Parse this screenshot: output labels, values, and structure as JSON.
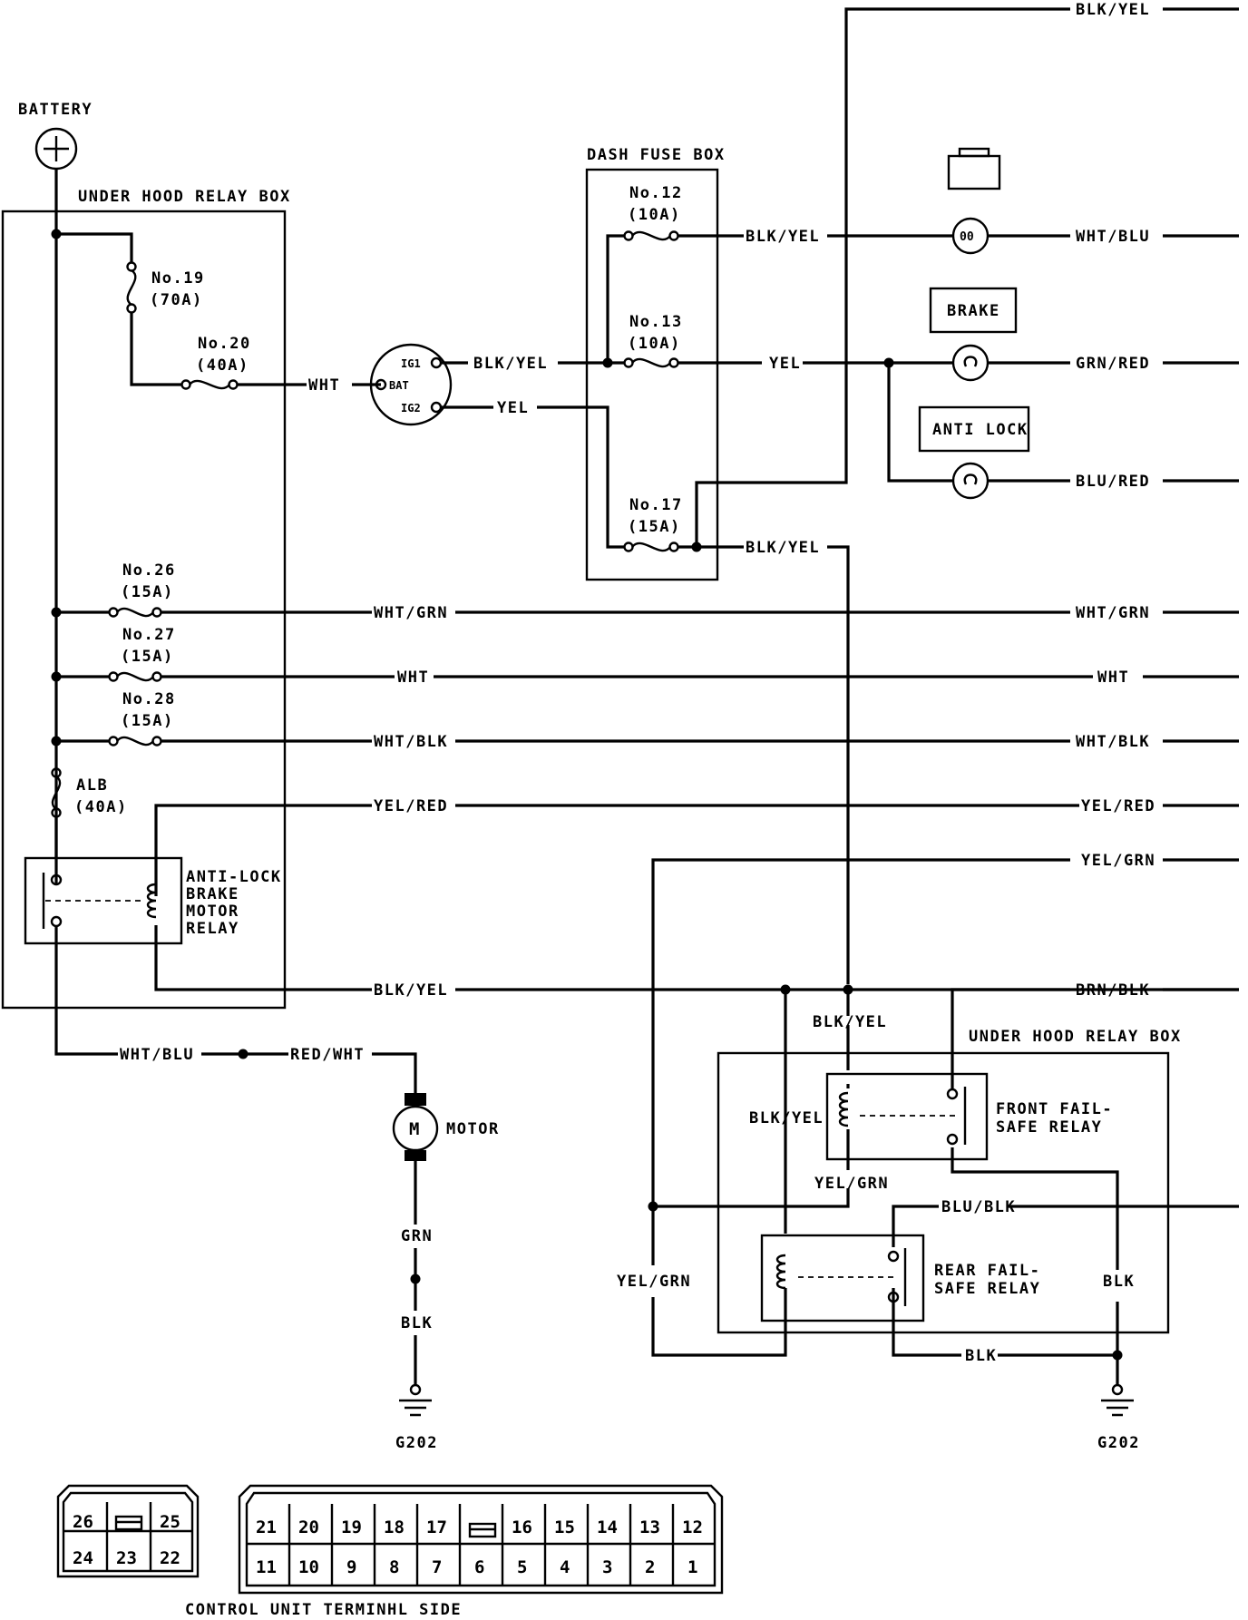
{
  "battery": {
    "label": "BATTERY"
  },
  "boxes": {
    "underhood_left": "UNDER HOOD RELAY BOX",
    "dash_fuse": "DASH FUSE BOX",
    "underhood_right": "UNDER HOOD RELAY BOX"
  },
  "fuses": {
    "f19": {
      "name": "No.19",
      "rating": "(70A)"
    },
    "f20": {
      "name": "No.20",
      "rating": "(40A)"
    },
    "f12": {
      "name": "No.12",
      "rating": "(10A)"
    },
    "f13": {
      "name": "No.13",
      "rating": "(10A)"
    },
    "f17": {
      "name": "No.17",
      "rating": "(15A)"
    },
    "f26": {
      "name": "No.26",
      "rating": "(15A)"
    },
    "f27": {
      "name": "No.27",
      "rating": "(15A)"
    },
    "f28": {
      "name": "No.28",
      "rating": "(15A)"
    },
    "alb": {
      "name": "ALB",
      "rating": "(40A)"
    }
  },
  "ignition": {
    "ig1": "IG1",
    "bat": "BAT",
    "ig2": "IG2"
  },
  "indicators": {
    "brake": "BRAKE",
    "anti_lock": "ANTI LOCK"
  },
  "wires": {
    "blk_yel": "BLK/YEL",
    "wht": "WHT",
    "yel": "YEL",
    "wht_blu": "WHT/BLU",
    "grn_red": "GRN/RED",
    "blu_red": "BLU/RED",
    "wht_grn": "WHT/GRN",
    "wht_blk": "WHT/BLK",
    "yel_red": "YEL/RED",
    "yel_grn": "YEL/GRN",
    "brn_blk": "BRN/BLK",
    "red_wht": "RED/WHT",
    "grn": "GRN",
    "blk": "BLK",
    "blu_blk": "BLU/BLK"
  },
  "relays": {
    "motor_relay": [
      "ANTI-LOCK",
      "BRAKE",
      "MOTOR",
      "RELAY"
    ],
    "front_failsafe": [
      "FRONT FAIL-",
      "SAFE RELAY"
    ],
    "rear_failsafe": [
      "REAR FAIL-",
      "SAFE RELAY"
    ]
  },
  "motor": {
    "symbol": "M",
    "label": "MOTOR"
  },
  "grounds": {
    "left": "G202",
    "right": "G202"
  },
  "connector": {
    "caption": "CONTROL UNIT TERMINHL SIDE",
    "small": {
      "top": [
        "26",
        "",
        "25"
      ],
      "bottom": [
        "24",
        "23",
        "22"
      ]
    },
    "large": {
      "top": [
        "21",
        "20",
        "19",
        "18",
        "17",
        "",
        "16",
        "15",
        "14",
        "13",
        "12"
      ],
      "bottom": [
        "11",
        "10",
        "9",
        "8",
        "7",
        "6",
        "5",
        "4",
        "3",
        "2",
        "1"
      ]
    }
  }
}
